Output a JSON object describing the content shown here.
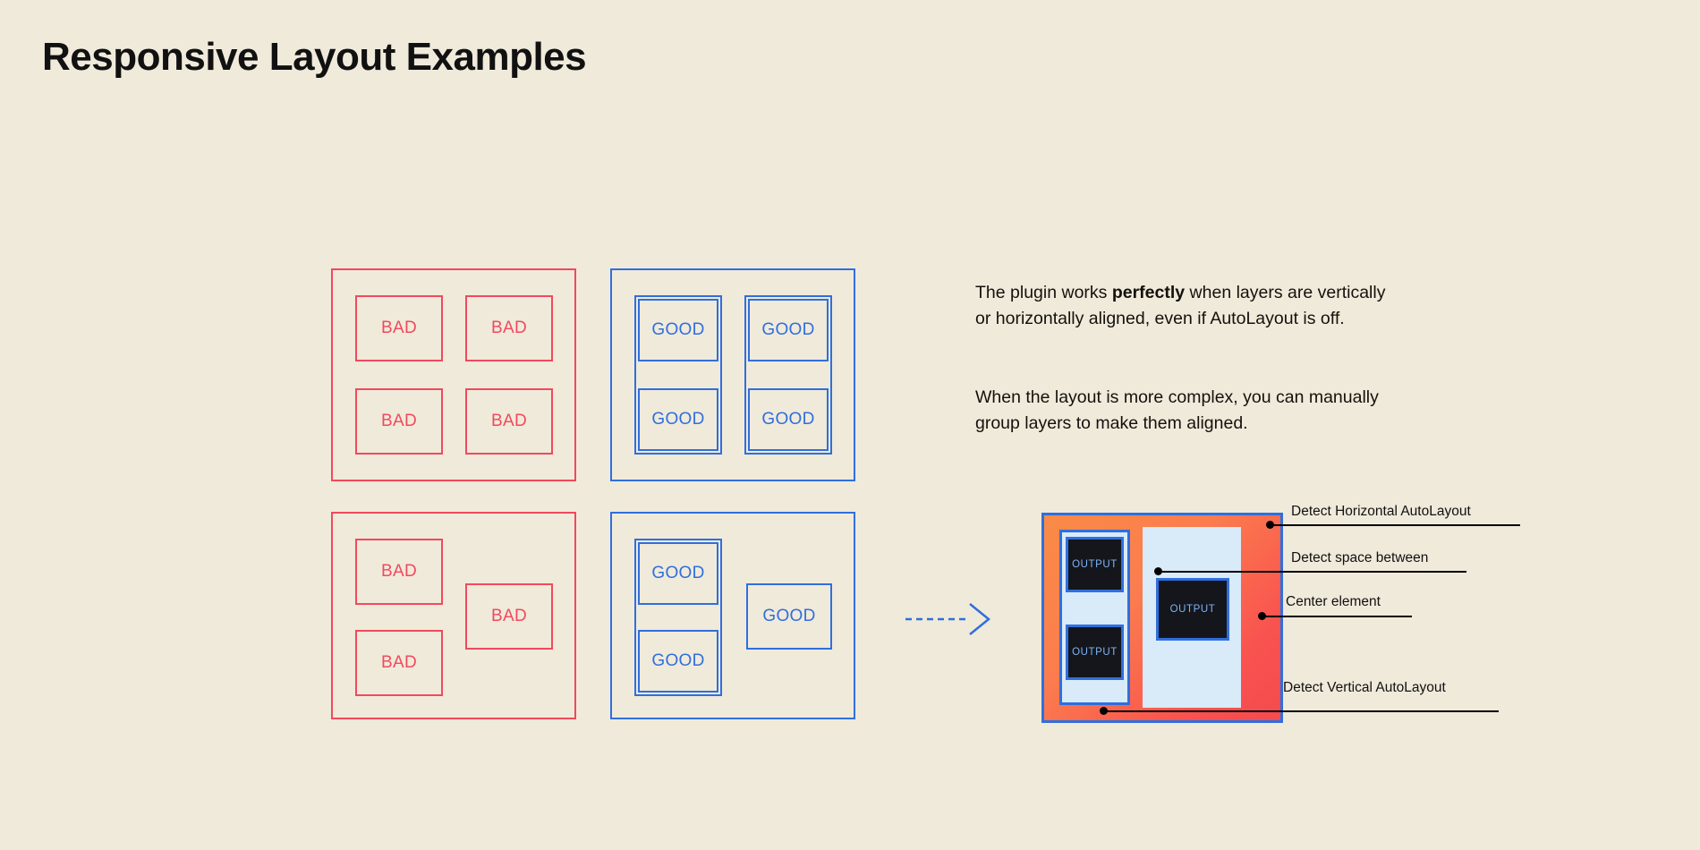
{
  "page": {
    "title": "Responsive Layout Examples",
    "background_color": "#f0eadb",
    "bad_color": "#f2495c",
    "good_color": "#2f6fdd",
    "text_color": "#14110d"
  },
  "examples": {
    "bad_grid": {
      "type": "bad",
      "cells": [
        {
          "label": "BAD"
        },
        {
          "label": "BAD"
        },
        {
          "label": "BAD"
        },
        {
          "label": "BAD"
        }
      ]
    },
    "good_grid": {
      "type": "good",
      "cells": [
        {
          "label": "GOOD"
        },
        {
          "label": "GOOD"
        },
        {
          "label": "GOOD"
        },
        {
          "label": "GOOD"
        }
      ]
    },
    "bad_complex": {
      "type": "bad",
      "cells": [
        {
          "label": "BAD"
        },
        {
          "label": "BAD"
        },
        {
          "label": "BAD"
        }
      ]
    },
    "good_complex": {
      "type": "good",
      "cells": [
        {
          "label": "GOOD"
        },
        {
          "label": "GOOD"
        },
        {
          "label": "GOOD"
        }
      ]
    }
  },
  "arrow": {
    "icon": "dashed-arrow-right-icon"
  },
  "description": {
    "paragraph_1_part_1": "The plugin works ",
    "paragraph_1_bold": "perfectly",
    "paragraph_1_part_2": " when layers are vertically or horizontally aligned, even if AutoLayout is off.",
    "paragraph_2": "When the layout is more complex, you can manually group layers to make them aligned."
  },
  "diagram": {
    "frame_border_color": "#2f6fdd",
    "frame_fill_start": "#fa8b46",
    "frame_fill_end": "#f44b4f",
    "group_fill": "#d9eaf9",
    "output_boxes": [
      {
        "label": "OUTPUT"
      },
      {
        "label": "OUTPUT"
      },
      {
        "label": "OUTPUT"
      }
    ]
  },
  "annotations": [
    {
      "label": "Detect Horizontal AutoLayout"
    },
    {
      "label": "Detect space between"
    },
    {
      "label": "Center element"
    },
    {
      "label": "Detect Vertical AutoLayout"
    }
  ]
}
